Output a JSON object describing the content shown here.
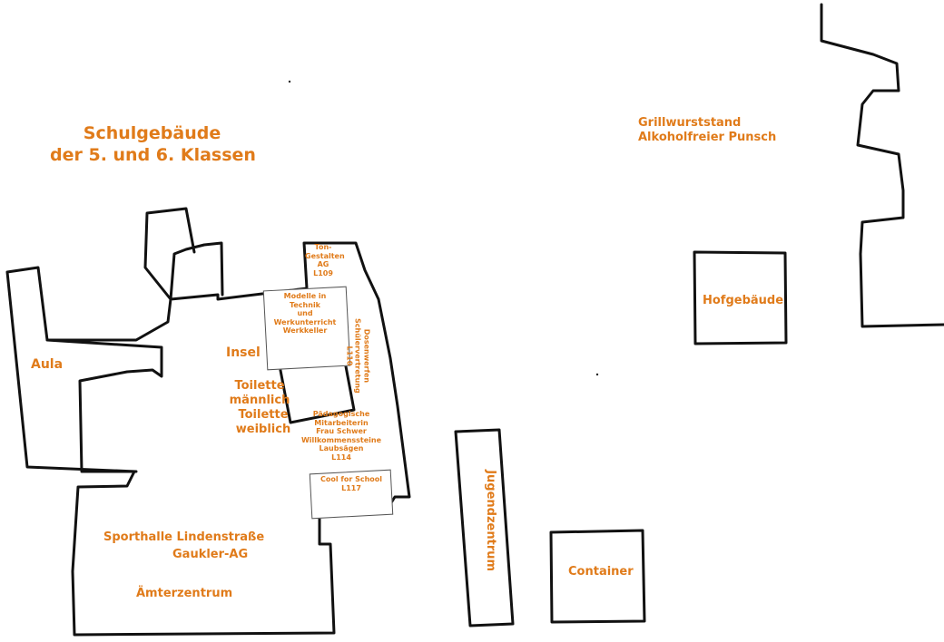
{
  "title_lines": [
    "Schulgebäude",
    "der 5. und 6. Klassen"
  ],
  "labels": {
    "aula": "Aula",
    "insel": "Insel",
    "toilette_m": [
      "Toilette",
      "männlich"
    ],
    "toilette_w": [
      "Toilette",
      "weiblich"
    ],
    "sporthalle": "Sporthalle Lindenstraße",
    "gaukler": "Gaukler-AG",
    "aemter": "Ämterzentrum",
    "ton": [
      "Ton-",
      "Gestalten",
      "AG",
      "L109"
    ],
    "modelle": [
      "Modelle in",
      "Technik",
      "und",
      "Werkunterricht",
      "Werkkeller"
    ],
    "dosenwerfen": [
      "Dosenwerfen",
      "Schülervertretung",
      "L110"
    ],
    "paeda": [
      "Pädagogische",
      "Mitarbeiterin",
      "Frau Schwer",
      "Willkommenssteine",
      "Laubsägen",
      "L114"
    ],
    "cool": [
      "Cool for School",
      "L117"
    ],
    "jugendzentrum": "Jugendzentrum",
    "container": "Container",
    "hofgebaeude": "Hofgebäude",
    "grill": [
      "Grillwurststand",
      "Alkoholfreier Punsch"
    ]
  },
  "colors": {
    "label": "#e07b1a",
    "outline": "#111111"
  }
}
